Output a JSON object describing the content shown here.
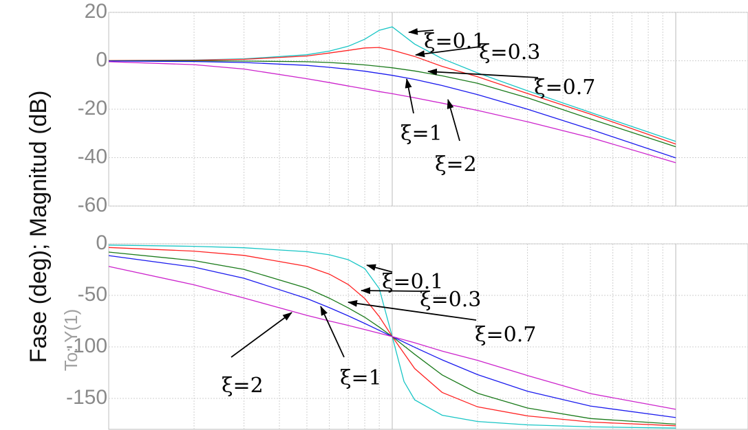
{
  "chart_data": [
    {
      "type": "line",
      "panel": "magnitude",
      "x_scale": "log",
      "xlim": [
        0.1,
        10
      ],
      "ylim": [
        -60,
        20
      ],
      "yticks": [
        20,
        0,
        -20,
        -40,
        -60
      ],
      "ytick_labels": [
        "20",
        "0",
        "-20",
        "-40",
        "-60"
      ],
      "grid": true,
      "series": [
        {
          "name": "ξ=0.1",
          "color": "#17c5c5",
          "x": [
            0.1,
            0.2,
            0.3,
            0.5,
            0.6,
            0.7,
            0.8,
            0.9,
            1.0,
            1.2,
            1.5,
            2,
            3,
            5,
            10
          ],
          "y": [
            0.1,
            0.3,
            0.8,
            2.5,
            4.0,
            6.0,
            8.9,
            12.6,
            14.0,
            6.9,
            0.9,
            -5.0,
            -12.4,
            -21.3,
            -33.3
          ]
        },
        {
          "name": "ξ=0.3",
          "color": "#ff2222",
          "x": [
            0.1,
            0.2,
            0.3,
            0.5,
            0.6,
            0.7,
            0.8,
            0.9,
            1.0,
            1.2,
            1.5,
            2,
            3,
            5,
            10
          ],
          "y": [
            0.1,
            0.2,
            0.6,
            2.0,
            3.2,
            4.3,
            5.3,
            5.5,
            4.4,
            1.8,
            -2.3,
            -6.6,
            -13.5,
            -22.0,
            -34.4
          ]
        },
        {
          "name": "ξ=0.7",
          "color": "#1a7a1a",
          "x": [
            0.1,
            0.2,
            0.3,
            0.5,
            0.6,
            0.7,
            0.8,
            0.9,
            1.0,
            1.2,
            1.5,
            2,
            3,
            5,
            10
          ],
          "y": [
            0.0,
            0.0,
            -0.1,
            -0.4,
            -0.7,
            -1.2,
            -1.7,
            -2.3,
            -2.9,
            -4.2,
            -6.2,
            -9.3,
            -15.3,
            -24.0,
            -35.5
          ]
        },
        {
          "name": "ξ=1",
          "color": "#1a1aee",
          "x": [
            0.1,
            0.2,
            0.3,
            0.5,
            0.6,
            0.7,
            0.8,
            0.9,
            1.0,
            1.2,
            1.5,
            2,
            3,
            5,
            10
          ],
          "y": [
            -0.1,
            -0.3,
            -0.7,
            -1.9,
            -2.7,
            -3.5,
            -4.3,
            -5.2,
            -6.0,
            -7.7,
            -10.2,
            -14.0,
            -20.0,
            -28.3,
            -40.1
          ]
        },
        {
          "name": "ξ=2",
          "color": "#cc22cc",
          "x": [
            0.1,
            0.2,
            0.3,
            0.5,
            0.6,
            0.7,
            0.8,
            0.9,
            1.0,
            1.2,
            1.5,
            2,
            3,
            5,
            10
          ],
          "y": [
            -0.4,
            -1.6,
            -3.4,
            -7.4,
            -9.0,
            -10.4,
            -11.6,
            -12.7,
            -13.6,
            -15.3,
            -17.5,
            -20.5,
            -25.2,
            -31.7,
            -42.1
          ]
        }
      ],
      "annotations": [
        {
          "text": "ξ=0.1",
          "series": "ξ=0.1"
        },
        {
          "text": "ξ=0.3",
          "series": "ξ=0.3"
        },
        {
          "text": "ξ=0.7",
          "series": "ξ=0.7"
        },
        {
          "text": "ξ=1",
          "series": "ξ=1"
        },
        {
          "text": "ξ=2",
          "series": "ξ=2"
        }
      ]
    },
    {
      "type": "line",
      "panel": "phase",
      "x_scale": "log",
      "xlim": [
        0.1,
        10
      ],
      "ylim": [
        -180,
        0
      ],
      "yticks": [
        0,
        -50,
        -100,
        -150
      ],
      "ytick_labels": [
        "0",
        "-50",
        "-100",
        "-150"
      ],
      "grid": true,
      "series": [
        {
          "name": "ξ=0.1",
          "color": "#17c5c5",
          "x": [
            0.1,
            0.2,
            0.3,
            0.5,
            0.6,
            0.7,
            0.8,
            0.9,
            1.0,
            1.1,
            1.2,
            1.5,
            2,
            3,
            5,
            10
          ],
          "y": [
            -1.2,
            -2.4,
            -3.8,
            -7.6,
            -10.6,
            -15.4,
            -24.0,
            -43.4,
            -90.0,
            -133.6,
            -151.4,
            -166.3,
            -172.4,
            -175.7,
            -177.6,
            -178.8
          ]
        },
        {
          "name": "ξ=0.3",
          "color": "#ff2222",
          "x": [
            0.1,
            0.2,
            0.3,
            0.5,
            0.6,
            0.7,
            0.8,
            0.9,
            1.0,
            1.2,
            1.5,
            2,
            3,
            5,
            10
          ],
          "y": [
            -3.5,
            -7.1,
            -11.2,
            -21.8,
            -29.4,
            -39.5,
            -53.1,
            -70.5,
            -90.0,
            -121.0,
            -144.2,
            -158.2,
            -167.0,
            -172.9,
            -176.5
          ]
        },
        {
          "name": "ξ=0.7",
          "color": "#1a7a1a",
          "x": [
            0.1,
            0.2,
            0.3,
            0.5,
            0.6,
            0.7,
            0.8,
            0.9,
            1.0,
            1.2,
            1.5,
            2,
            3,
            5,
            10
          ],
          "y": [
            -8.0,
            -16.3,
            -24.8,
            -43.0,
            -52.7,
            -62.2,
            -71.3,
            -80.8,
            -90.0,
            -107.2,
            -127.2,
            -145.0,
            -159.3,
            -169.5,
            -175.0
          ]
        },
        {
          "name": "ξ=1",
          "color": "#1a1aee",
          "x": [
            0.1,
            0.2,
            0.3,
            0.5,
            0.6,
            0.7,
            0.8,
            0.9,
            1.0,
            1.2,
            1.5,
            2,
            3,
            5,
            10
          ],
          "y": [
            -11.4,
            -22.6,
            -33.4,
            -53.1,
            -61.9,
            -69.9,
            -77.3,
            -83.9,
            -90.0,
            -100.4,
            -112.6,
            -126.9,
            -143.1,
            -157.4,
            -168.6
          ]
        },
        {
          "name": "ξ=2",
          "color": "#cc22cc",
          "x": [
            0.1,
            0.2,
            0.3,
            0.5,
            0.6,
            0.7,
            0.8,
            0.9,
            1.0,
            1.2,
            1.5,
            2,
            3,
            5,
            10
          ],
          "y": [
            -21.9,
            -39.7,
            -52.6,
            -69.4,
            -74.8,
            -79.2,
            -83.2,
            -86.7,
            -90.0,
            -96.0,
            -104.1,
            -113.1,
            -127.8,
            -145.3,
            -160.6
          ]
        }
      ],
      "annotations": [
        {
          "text": "ξ=0.1",
          "series": "ξ=0.1"
        },
        {
          "text": "ξ=0.3",
          "series": "ξ=0.3"
        },
        {
          "text": "ξ=0.7",
          "series": "ξ=0.7"
        },
        {
          "text": "ξ=1",
          "series": "ξ=1"
        },
        {
          "text": "ξ=2",
          "series": "ξ=2"
        }
      ]
    }
  ],
  "ylabel": "Fase (deg); Magnitud (dB)",
  "ylabel_secondary": "To: Y(1)"
}
